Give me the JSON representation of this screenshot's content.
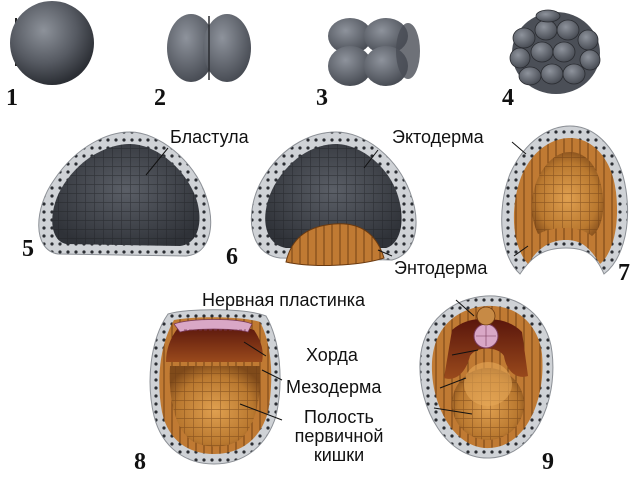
{
  "stage_numbers": [
    "1",
    "2",
    "3",
    "4",
    "5",
    "6",
    "7",
    "8",
    "9"
  ],
  "labels": {
    "blastula": "Бластула",
    "ectoderm": "Эктодерма",
    "endoderm": "Энтодерма",
    "neural_plate": "Нервная пластинка",
    "notochord": "Хорда",
    "mesoderm": "Мезодерма",
    "primary_gut_cavity": [
      "Полость",
      "первичной",
      "кишки"
    ]
  },
  "colors": {
    "cell_dark": "#3d4047",
    "cell_grey": "#6b7079",
    "ectoderm_outer": "#c9ccd0",
    "endoderm_orange": "#c07a33",
    "yolk_brown": "#a86a2a",
    "mesoderm_red": "#6b1e10",
    "neural_pink": "#d9a7c6"
  }
}
